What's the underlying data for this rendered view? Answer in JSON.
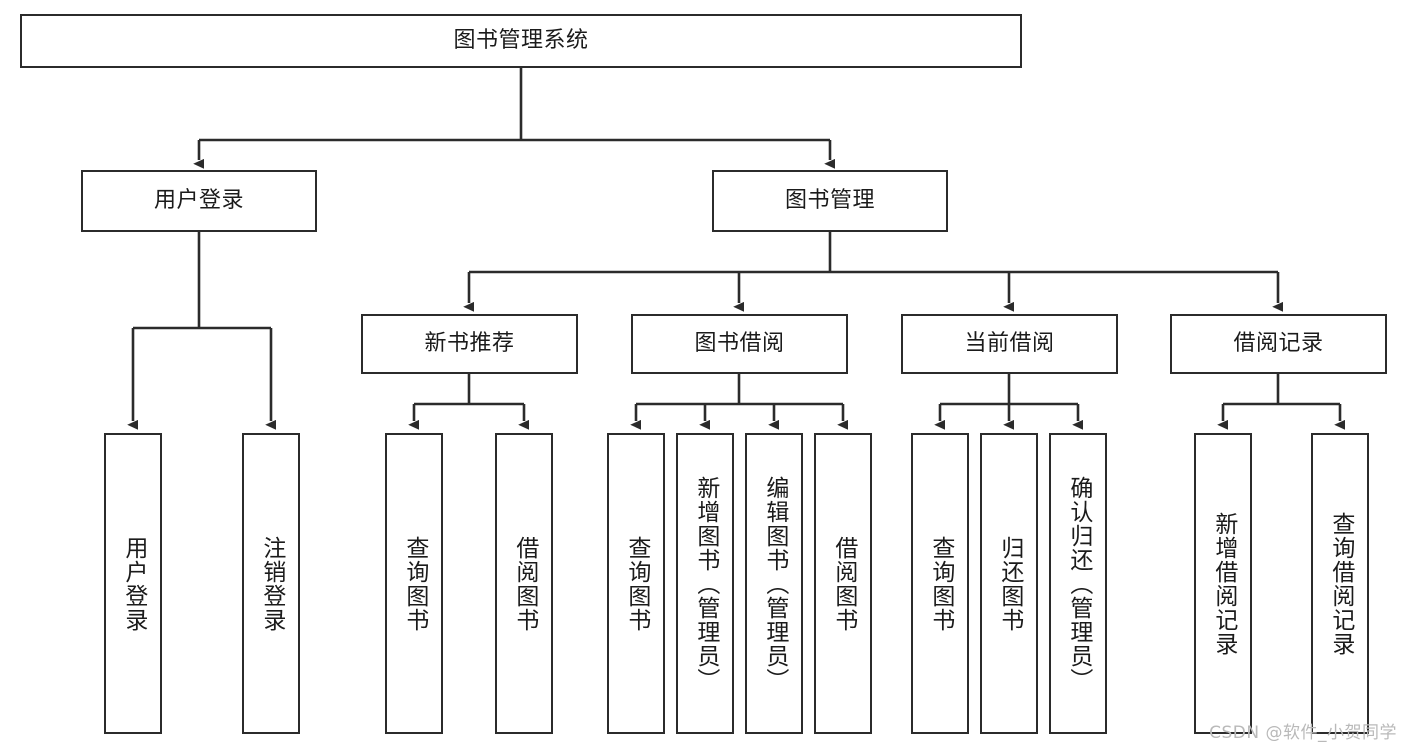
{
  "diagram": {
    "type": "tree-hierarchy",
    "title": "图书管理系统",
    "watermark": "CSDN @软件_小贺同学",
    "colors": {
      "box_border": "#2b2b2b",
      "box_fill": "#ffffff",
      "connector": "#2b2b2b",
      "text": "#1b1b1b",
      "watermark": "#b9b9b9",
      "background": "#ffffff"
    },
    "levels": [
      {
        "level": 1,
        "nodes": [
          {
            "id": "root",
            "label": "图书管理系统",
            "orientation": "horizontal"
          }
        ]
      },
      {
        "level": 2,
        "nodes": [
          {
            "id": "login",
            "label": "用户登录",
            "orientation": "horizontal",
            "parent": "root"
          },
          {
            "id": "bookmgmt",
            "label": "图书管理",
            "orientation": "horizontal",
            "parent": "root"
          }
        ]
      },
      {
        "level": 3,
        "nodes": [
          {
            "id": "newrec",
            "label": "新书推荐",
            "orientation": "horizontal",
            "parent": "bookmgmt"
          },
          {
            "id": "borrow",
            "label": "图书借阅",
            "orientation": "horizontal",
            "parent": "bookmgmt"
          },
          {
            "id": "current",
            "label": "当前借阅",
            "orientation": "horizontal",
            "parent": "bookmgmt"
          },
          {
            "id": "records",
            "label": "借阅记录",
            "orientation": "horizontal",
            "parent": "bookmgmt"
          }
        ]
      },
      {
        "level": 4,
        "nodes": [
          {
            "id": "leaf1",
            "label": "用户登录",
            "orientation": "vertical",
            "parent": "login"
          },
          {
            "id": "leaf2",
            "label": "注销登录",
            "orientation": "vertical",
            "parent": "login"
          },
          {
            "id": "leaf3",
            "label": "查询图书",
            "orientation": "vertical",
            "parent": "newrec"
          },
          {
            "id": "leaf4",
            "label": "借阅图书",
            "orientation": "vertical",
            "parent": "newrec"
          },
          {
            "id": "leaf5",
            "label": "查询图书",
            "orientation": "vertical",
            "parent": "borrow"
          },
          {
            "id": "leaf6",
            "label": "新增图书（管理员）",
            "orientation": "vertical",
            "parent": "borrow"
          },
          {
            "id": "leaf7",
            "label": "编辑图书（管理员）",
            "orientation": "vertical",
            "parent": "borrow"
          },
          {
            "id": "leaf8",
            "label": "借阅图书",
            "orientation": "vertical",
            "parent": "borrow"
          },
          {
            "id": "leaf9",
            "label": "查询图书",
            "orientation": "vertical",
            "parent": "current"
          },
          {
            "id": "leaf10",
            "label": "归还图书",
            "orientation": "vertical",
            "parent": "current"
          },
          {
            "id": "leaf11",
            "label": "确认归还（管理员）",
            "orientation": "vertical",
            "parent": "current"
          },
          {
            "id": "leaf12",
            "label": "新增借阅记录",
            "orientation": "vertical",
            "parent": "records"
          },
          {
            "id": "leaf13",
            "label": "查询借阅记录",
            "orientation": "vertical",
            "parent": "records"
          }
        ]
      }
    ]
  }
}
